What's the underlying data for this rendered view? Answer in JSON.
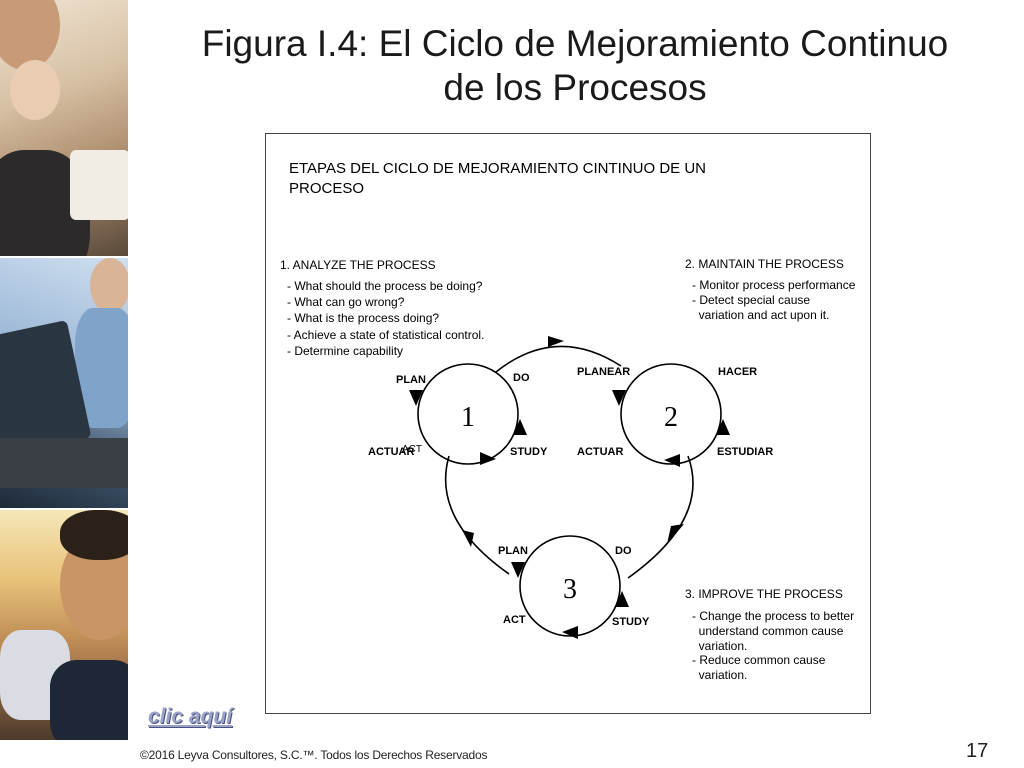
{
  "slide": {
    "title_line1": "Figura I.4: El Ciclo de Mejoramiento Continuo",
    "title_line2": "de los Procesos",
    "link_label": "clic aquí",
    "copyright": "©2016 Leyva Consultores, S.C.™. Todos los Derechos Reservados",
    "page_number": "17"
  },
  "figure": {
    "heading_line1": "ETAPAS DEL CICLO DE MEJORAMIENTO CINTINUO DE UN",
    "heading_line2": "PROCESO",
    "analyze": {
      "title": "1. ANALYZE THE PROCESS",
      "items": [
        "- What should the process be doing?",
        "- What can go wrong?",
        "- What is the process doing?",
        "- Achieve a state of statistical control.",
        "- Determine capability"
      ]
    },
    "maintain": {
      "title": "2. MAINTAIN THE PROCESS",
      "items": [
        "- Monitor process performance",
        "- Detect special cause",
        "  variation and act upon it."
      ]
    },
    "improve": {
      "title": "3. IMPROVE THE PROCESS",
      "items": [
        "- Change the process to better",
        "  understand common cause",
        "  variation.",
        "- Reduce common cause",
        "  variation."
      ]
    },
    "cycles": {
      "c1": {
        "number": "1",
        "plan": "PLAN",
        "do": "DO",
        "study": "STUDY",
        "act": "ACT",
        "actuar": "ACTUAR"
      },
      "c2": {
        "number": "2",
        "plan": "PLANEAR",
        "do": "HACER",
        "study": "ESTUDIAR",
        "act": "ACTUAR"
      },
      "c3": {
        "number": "3",
        "plan": "PLAN",
        "do": "DO",
        "study": "STUDY",
        "act": "ACT"
      }
    }
  },
  "colors": {
    "link": "#9aa2c8",
    "text": "#000000",
    "border": "#444444"
  }
}
